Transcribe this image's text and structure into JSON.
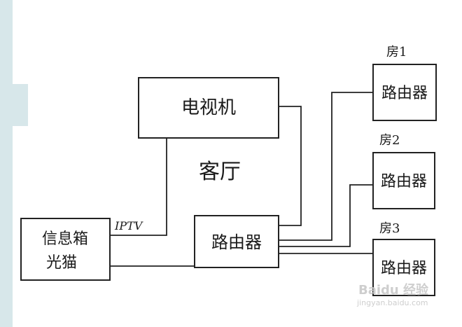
{
  "diagram": {
    "nodes": {
      "tv": "电视机",
      "living_room": "客厅",
      "info_box_line1": "信息箱",
      "info_box_line2": "光猫",
      "main_router": "路由器",
      "room1_label": "房1",
      "room1_router": "路由器",
      "room2_label": "房2",
      "room2_router": "路由器",
      "room3_label": "房3",
      "room3_router": "路由器"
    },
    "edges": {
      "iptv_label": "IPTV"
    }
  },
  "watermark": {
    "line1": "Baidu 经验",
    "line2": "jingyan.baidu.com"
  },
  "colors": {
    "paper": "#ffffff",
    "ink": "#222222",
    "left_edge_tint": "#d7e7ea"
  }
}
